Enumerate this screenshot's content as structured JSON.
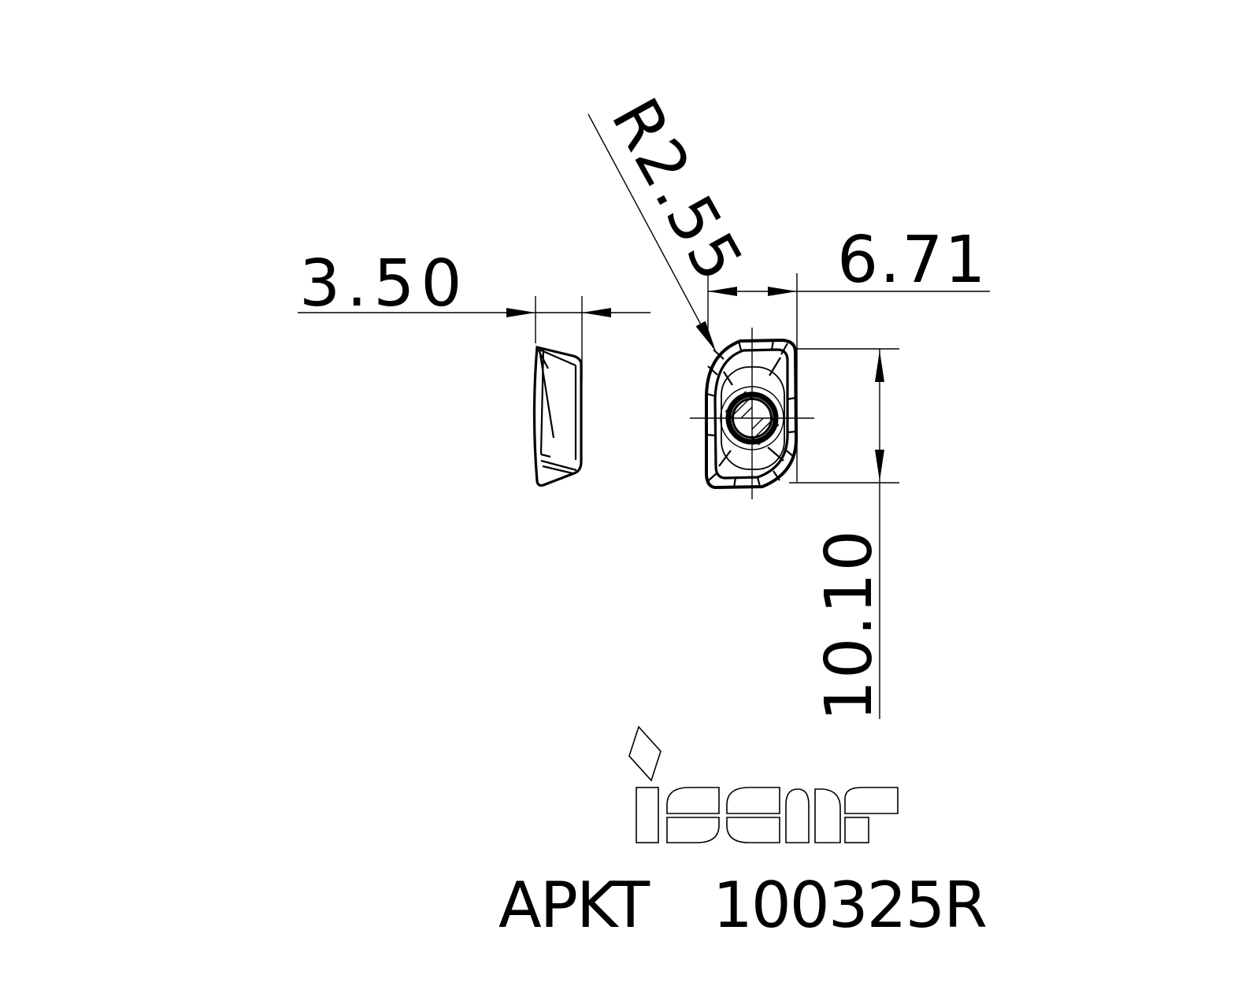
{
  "drawing": {
    "part_number": {
      "series": "APKT",
      "size": "100325R"
    },
    "dimensions": {
      "side_width": {
        "value": "3.50",
        "meaning": "insert thickness"
      },
      "top_width": {
        "value": "6.71",
        "meaning": "insert width"
      },
      "length": {
        "value": "10.10",
        "meaning": "insert length"
      },
      "corner_radius": {
        "value": "R2.55",
        "meaning": "corner radius"
      }
    },
    "logo": {
      "text": "iscar"
    },
    "colors": {
      "line": "#000000",
      "background": "#ffffff"
    }
  }
}
